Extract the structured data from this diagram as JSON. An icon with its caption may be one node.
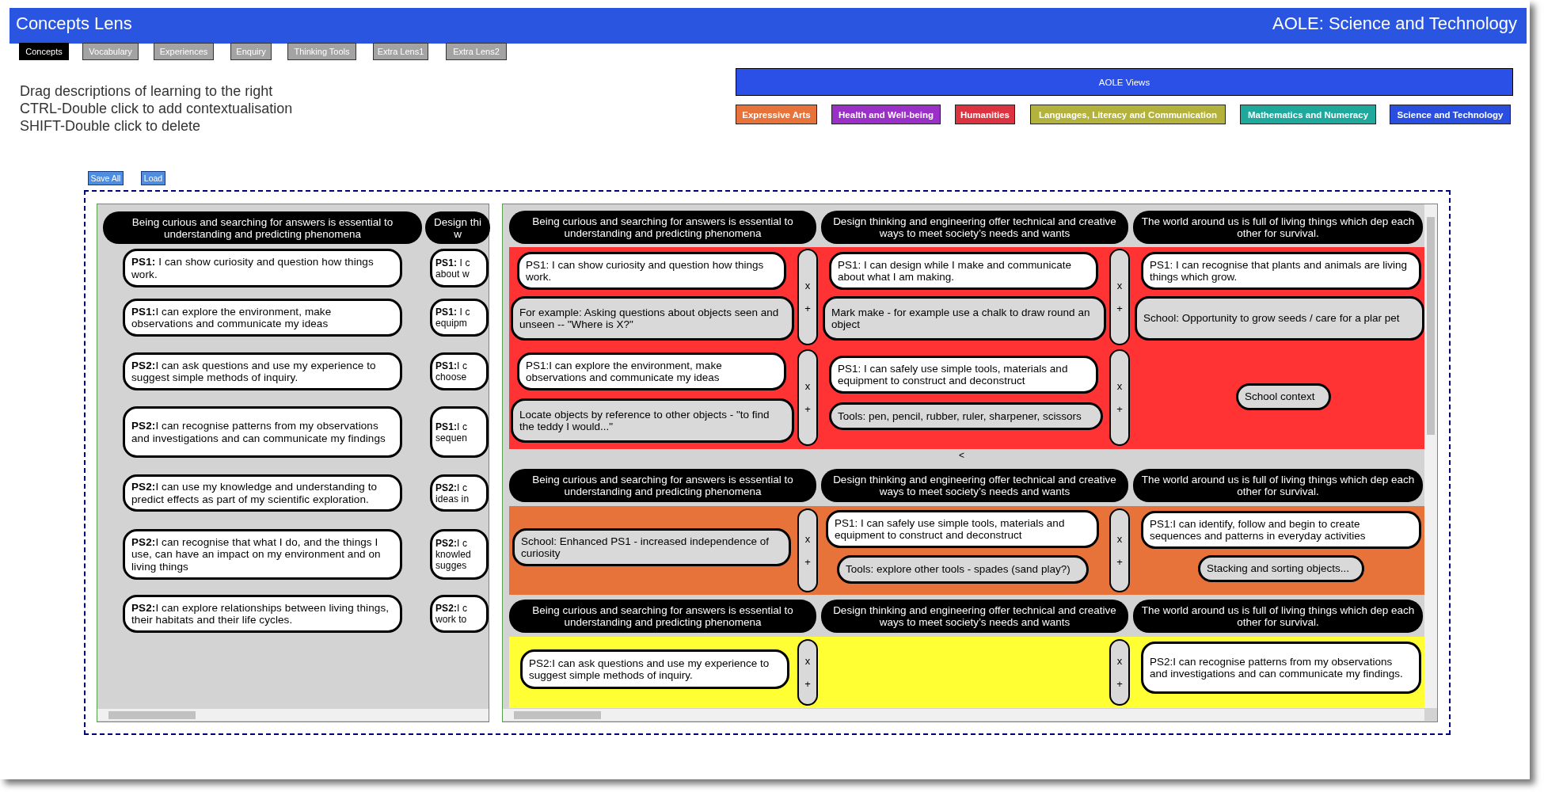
{
  "diagram": {
    "title": "Concepts Lens",
    "nodes": [
      {
        "text": [],
        "shape": "box"
      },
      {
        "text": [
          "Being curious and searching for answers is essential to understanding and predicting phenomena"
        ],
        "in": 0
      },
      {
        "text": [
          "Design thi w"
        ],
        "in": 0
      },
      {
        "text": [
          "**PS1:** I can show curiosity and question how things work."
        ],
        "in": 0
      },
      {
        "text": [
          "**PS1:**I can explore the environment, make observations and communicate my ideas"
        ],
        "in": 0
      },
      {
        "text": [
          "**PS2:**I can ask questions and use my experience to suggest simple methods of inquiry."
        ],
        "in": 0
      },
      {
        "text": [
          "**PS2:**I can recognise patterns from my observations and investigations and can communicate my findings"
        ],
        "in": 0
      },
      {
        "text": [
          "**PS2:**I can use my knowledge and understanding to predict effects as part of my scientific exploration."
        ],
        "in": 0
      },
      {
        "text": [
          "**PS2:**I can recognise that what I do, and the things I use, can have an impact on my environment and on living things"
        ],
        "in": 0
      },
      {
        "text": [
          "**PS2:**I can explore relationships between living things, their habitats and their life cycles."
        ],
        "in": 0
      },
      {
        "text": [
          "**PS1:** I c about w"
        ],
        "in": 0
      },
      {
        "text": [
          "**PS1:** I c equipm"
        ],
        "in": 0
      },
      {
        "text": [
          "**PS1:**I c choose"
        ],
        "in": 0
      },
      {
        "text": [
          "**PS1:**I c sequen"
        ],
        "in": 0
      },
      {
        "text": [
          "**PS2:**I c ideas in"
        ],
        "in": 0
      },
      {
        "text": [
          "**PS2:**I c knowled sugges"
        ],
        "in": 0
      },
      {
        "text": [
          "**PS2:**I c work to"
        ],
        "in": 0
      },
      {
        "text": [],
        "shape": "box"
      },
      {
        "text": [
          "Being curious and searching for answers is essential to understanding and predicting phenomena"
        ],
        "in": 17
      },
      {
        "text": [
          "Design thinking and engineering offer technical and creative ways to meet society’s needs and wants"
        ],
        "in": 17
      },
      {
        "text": [
          "The world around us is full of living things which dep each other for survival."
        ],
        "in": 17
      },
      {
        "text": [],
        "shape": "box",
        "in": 17
      },
      {
        "text": [
          "PS1: I can show curiosity and question how things work."
        ],
        "in": 21
      },
      {
        "text": [
          "For example: Asking questions about objects seen and unseen -- \"Where is X?\""
        ],
        "in": 21
      },
      {
        "text": [
          "x",
          "+"
        ],
        "in": 21
      },
      {
        "text": [
          "PS1: I can design while I make and communicate about what I am making."
        ],
        "in": 21
      },
      {
        "text": [
          "Mark make - for example use a chalk to draw round an object"
        ],
        "in": 21
      },
      {
        "text": [
          "x",
          "+"
        ],
        "in": 21
      },
      {
        "text": [
          "PS1: I can recognise that plants and animals are living things which grow."
        ],
        "in": 21
      },
      {
        "text": [
          "School:  Opportunity to grow seeds / care for a plar pet"
        ],
        "in": 21
      },
      {
        "text": [
          "PS1:I can explore the environment, make observations and communicate my ideas"
        ],
        "in": 21
      },
      {
        "text": [
          "Locate objects by reference to other objects - \"to find the teddy I would...\""
        ],
        "in": 21
      },
      {
        "text": [
          "x",
          "+"
        ],
        "in": 21
      },
      {
        "text": [
          "PS1: I can safely use simple tools, materials and equipment to construct and deconstruct"
        ],
        "in": 21
      },
      {
        "text": [
          "Tools:  pen, pencil, rubber, ruler, sharpener, scissors"
        ],
        "in": 21
      },
      {
        "text": [
          "x",
          "+"
        ],
        "in": 21
      },
      {
        "text": [
          "School context"
        ],
        "in": 21
      },
      {
        "text": [
          "Being curious and searching for answers is essential to understanding and predicting phenomena"
        ],
        "in": 17
      },
      {
        "text": [
          "Design thinking and engineering offer technical and creative ways to meet society’s needs and wants"
        ],
        "in": 17
      },
      {
        "text": [
          "The world around us is full of living things which dep each other for survival."
        ],
        "in": 17
      },
      {
        "text": [],
        "shape": "box",
        "in": 17
      },
      {
        "text": [
          "School: Enhanced PS1 - increased independence of curiosity"
        ],
        "in": 40
      },
      {
        "text": [
          "x",
          "+"
        ],
        "in": 40
      },
      {
        "text": [
          "PS1: I can safely use simple tools, materials and equipment to construct and deconstruct"
        ],
        "in": 40
      },
      {
        "text": [
          "Tools: explore other tools - spades (sand play?)"
        ],
        "in": 40
      },
      {
        "text": [
          "x",
          "+"
        ],
        "in": 40
      },
      {
        "text": [
          "PS1:I can identify, follow and begin to create sequences and patterns in everyday activities"
        ],
        "in": 40
      },
      {
        "text": [
          "Stacking and sorting objects..."
        ],
        "in": 40
      },
      {
        "text": [
          "Being curious and searching for answers is essential to understanding and predicting phenomena"
        ],
        "in": 17
      },
      {
        "text": [
          "Design thinking and engineering offer technical and creative ways to meet society’s needs and wants"
        ],
        "in": 17
      },
      {
        "text": [
          "The world around us is full of living things which dep each other for survival."
        ],
        "in": 17
      },
      {
        "text": [],
        "shape": "box",
        "in": 17
      },
      {
        "text": [
          "PS2:I can ask questions and use my experience to suggest simple methods of inquiry."
        ],
        "in": 51
      },
      {
        "text": [
          "x",
          "+"
        ],
        "in": 51
      },
      {
        "text": [
          "x",
          "+"
        ],
        "in": 51
      },
      {
        "text": [
          "PS2:I can recognise patterns from my observations and investigations and can communicate my findings."
        ],
        "in": 51
      }
    ],
    "labels": [
      "AOLE: Science and Technology",
      "Concepts",
      "Vocabulary",
      "Experiences",
      "Enquiry",
      "Thinking Tools",
      "Extra Lens1",
      "Extra Lens2",
      "Drag descriptions of learning to the right",
      "CTRL-Double click to add contextualisation",
      "SHIFT-Double click to delete",
      "AOLE Views",
      "Save All",
      "Load",
      "<"
    ],
    "legend": [
      {
        "text": "Expressive Arts",
        "color": "#e8733a"
      },
      {
        "text": "Health and Well-being",
        "color": "#9b30c8"
      },
      {
        "text": "Humanities",
        "color": "#dd3340"
      },
      {
        "text": "Languages, Literacy and Communication",
        "color": "#b3b23c"
      },
      {
        "text": "Mathematics and Numeracy",
        "color": "#1fa89c"
      },
      {
        "text": "Science and Technology",
        "color": "#2a4fe0"
      }
    ]
  }
}
